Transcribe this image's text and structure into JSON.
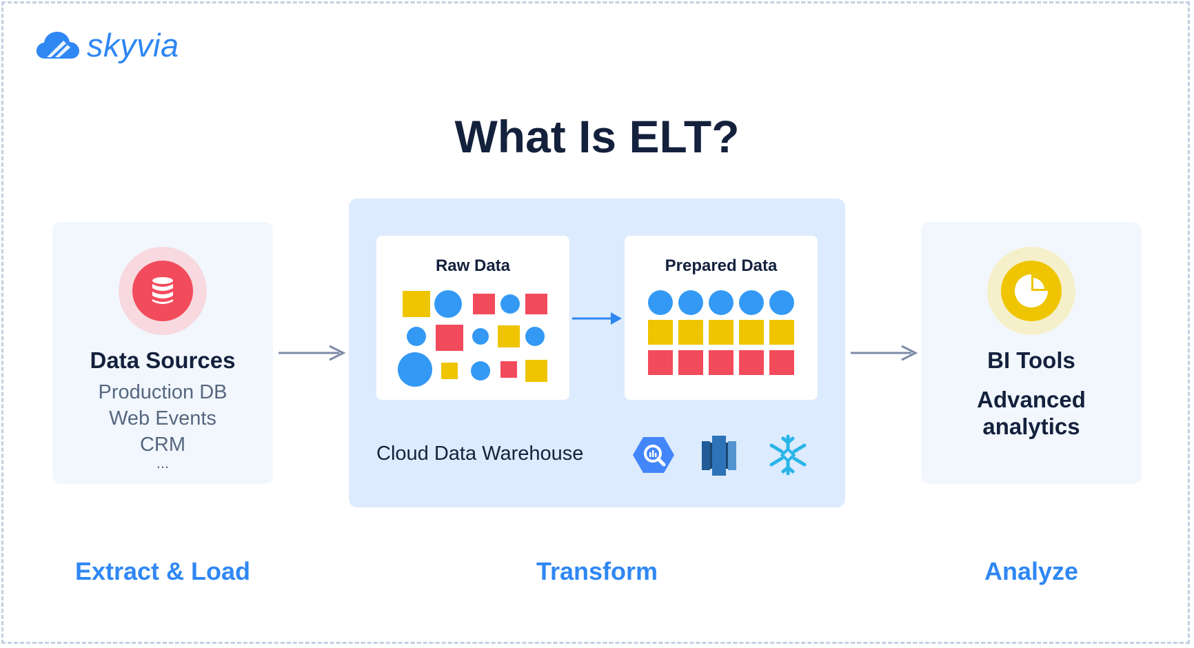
{
  "brand": {
    "name": "skyvia"
  },
  "title": "What Is ELT?",
  "sources_panel": {
    "title": "Data Sources",
    "items": [
      "Production DB",
      "Web Events",
      "CRM"
    ],
    "ellipsis": "..."
  },
  "warehouse": {
    "label": "Cloud Data Warehouse",
    "raw_card": {
      "title": "Raw Data"
    },
    "prepared_card": {
      "title": "Prepared Data"
    },
    "icons": [
      "bigquery-icon",
      "redshift-icon",
      "snowflake-icon"
    ]
  },
  "bi_panel": {
    "title": "BI Tools",
    "subtitle_line1": "Advanced",
    "subtitle_line2": "analytics"
  },
  "stages": {
    "extract_load": "Extract & Load",
    "transform": "Transform",
    "analyze": "Analyze"
  },
  "colors": {
    "accent": "#2f87f3",
    "title": "#14213d",
    "red": "#f24b5c",
    "yellow": "#eec500",
    "blue": "#3399f5",
    "arrow_gray": "#7d8aa7"
  }
}
